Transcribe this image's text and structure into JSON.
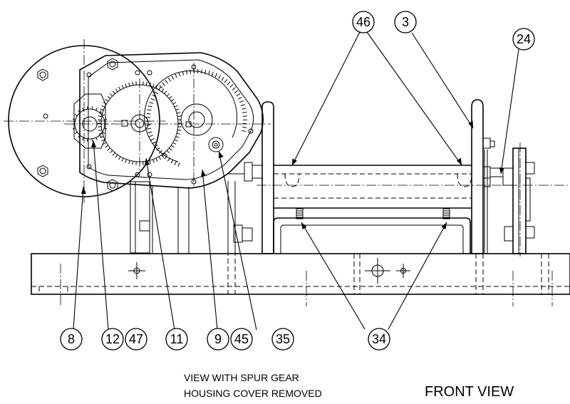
{
  "callouts": [
    "8",
    "12",
    "47",
    "11",
    "9",
    "45",
    "35",
    "34",
    "46",
    "3",
    "24"
  ],
  "caption": {
    "line1": "VIEW WITH SPUR GEAR",
    "line2": "HOUSING COVER REMOVED"
  },
  "view_title": "FRONT VIEW"
}
